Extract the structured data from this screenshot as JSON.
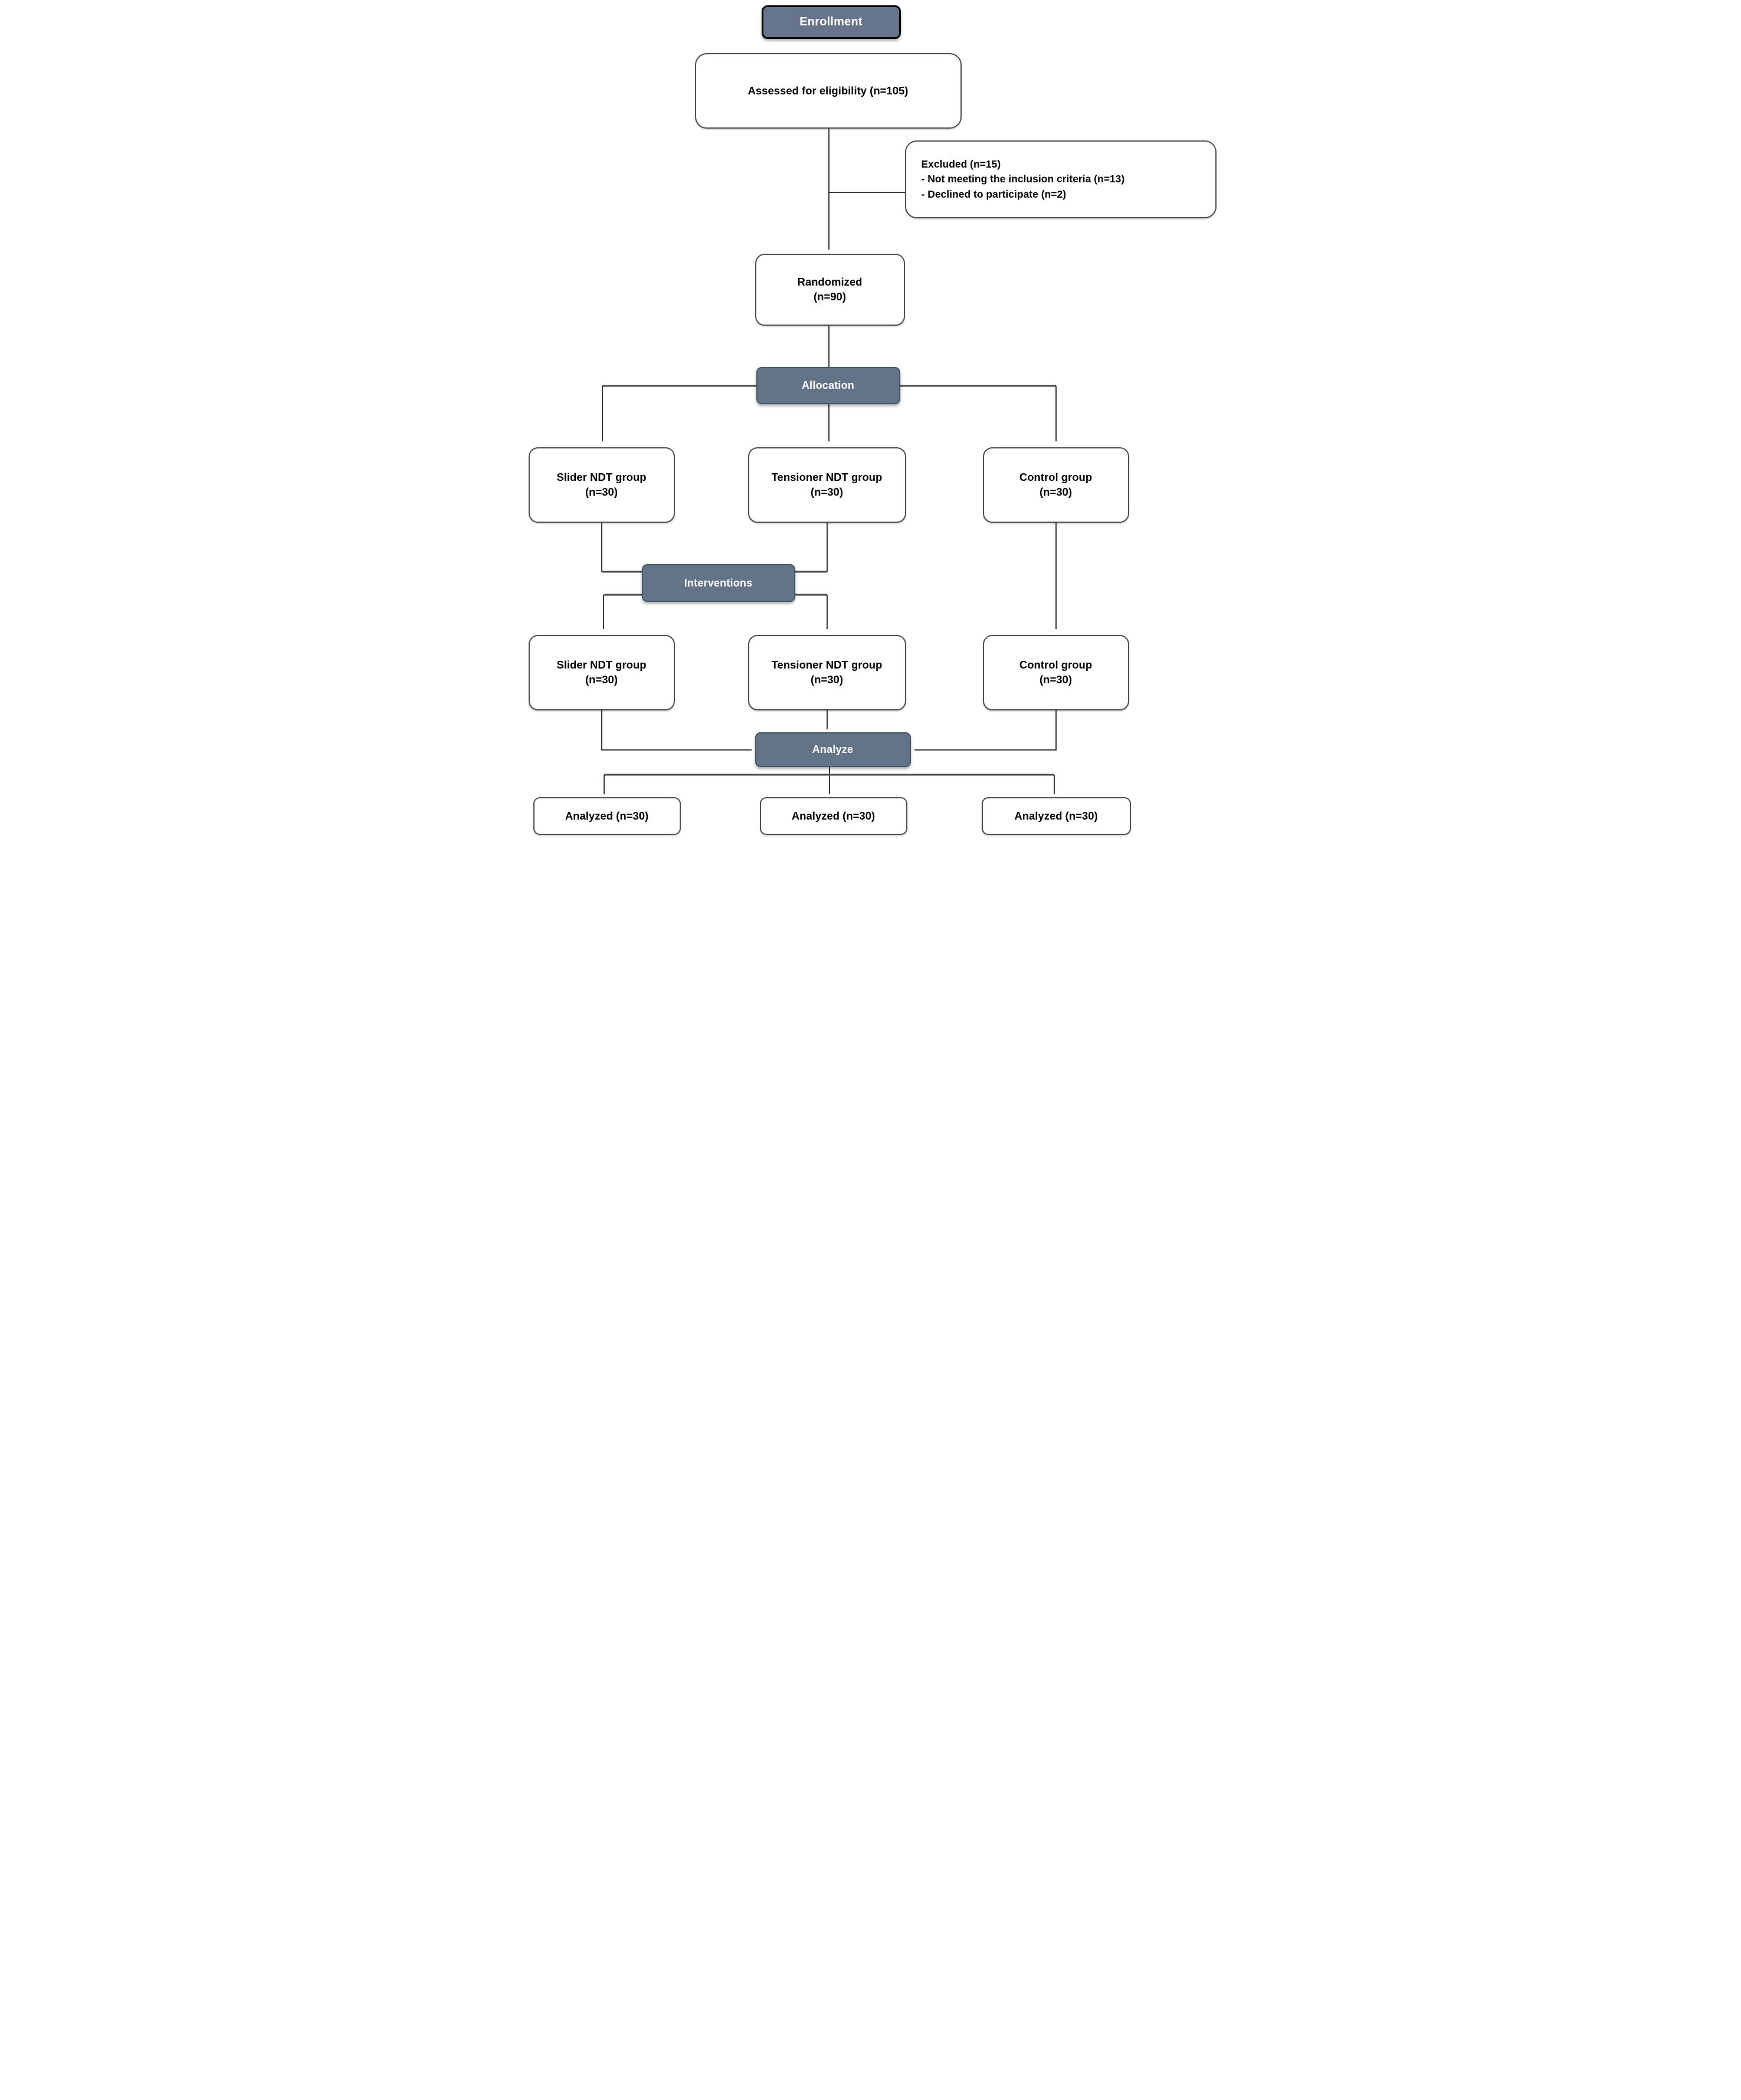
{
  "diagram_type": "CONSORT participant flow diagram",
  "colors": {
    "banner_fill": "#647488",
    "enrollment_fill": "#66758b",
    "banner_border": "#45556a",
    "enrollment_border": "#0a0a0a",
    "box_border": "#4f4f4f",
    "box_fill": "#ffffff",
    "line": "#222222",
    "thick_line": "#4a4a4a",
    "text": "#000000",
    "banner_text": "#ffffff"
  },
  "banners": {
    "enrollment": "Enrollment",
    "allocation": "Allocation",
    "interventions": "Interventions",
    "analyze": "Analyze"
  },
  "nodes": {
    "assessed": {
      "label": "Assessed for eligibility (n=105)"
    },
    "excluded": {
      "title": "Excluded (n=15)",
      "items": [
        "- Not meeting the inclusion criteria (n=13)",
        "- Declined to participate (n=2)"
      ]
    },
    "randomized": {
      "line1": "Randomized",
      "line2": "(n=90)"
    },
    "allocation_row": [
      {
        "line1": "Slider NDT group",
        "line2": "(n=30)"
      },
      {
        "line1": "Tensioner NDT group",
        "line2": "(n=30)"
      },
      {
        "line1": "Control group",
        "line2": "(n=30)"
      }
    ],
    "intervention_row": [
      {
        "line1": "Slider NDT group",
        "line2": "(n=30)"
      },
      {
        "line1": "Tensioner NDT group",
        "line2": "(n=30)"
      },
      {
        "line1": "Control group",
        "line2": "(n=30)"
      }
    ],
    "analyzed_row": [
      {
        "label": "Analyzed (n=30)"
      },
      {
        "label": "Analyzed (n=30)"
      },
      {
        "label": "Analyzed (n=30)"
      }
    ]
  }
}
